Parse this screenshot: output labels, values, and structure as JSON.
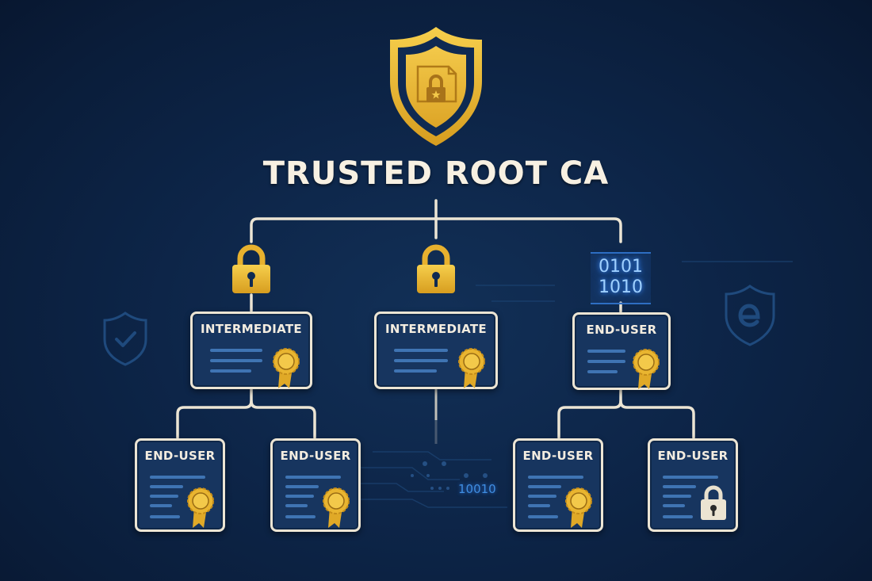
{
  "title": "TRUSTED ROOT CA",
  "colors": {
    "background": "#0b1f3d",
    "connector": "#ece5d4",
    "gold": "#e9b530",
    "card_fill": "#17355f",
    "card_line": "#3f74b3",
    "binary_glow": "#9fd0ff",
    "faint_icon": "#1f4a7d"
  },
  "root": {
    "label": "TRUSTED ROOT CA",
    "icon": "shield-document-lock-icon"
  },
  "tier1": [
    {
      "label": "INTERMEDIATE",
      "connector_icon": "padlock-icon",
      "badge": "award-seal-icon"
    },
    {
      "label": "INTERMEDIATE",
      "connector_icon": "padlock-icon",
      "badge": "award-seal-icon"
    },
    {
      "label": "END-USER",
      "connector_icon": "binary-code-icon",
      "connector_text": [
        "0101",
        "1010"
      ],
      "badge": "award-seal-icon"
    }
  ],
  "tier2": [
    {
      "label": "END-USER",
      "parent": 0,
      "badge": "award-seal-icon"
    },
    {
      "label": "END-USER",
      "parent": 0,
      "badge": "award-seal-icon"
    },
    {
      "label": "END-USER",
      "parent": 2,
      "badge": "award-seal-icon"
    },
    {
      "label": "END-USER",
      "parent": 2,
      "badge": "padlock-icon"
    }
  ],
  "decorations": {
    "binary_stream": "10010",
    "left_icon": "shield-check-icon",
    "right_icon": "shield-e-icon"
  }
}
